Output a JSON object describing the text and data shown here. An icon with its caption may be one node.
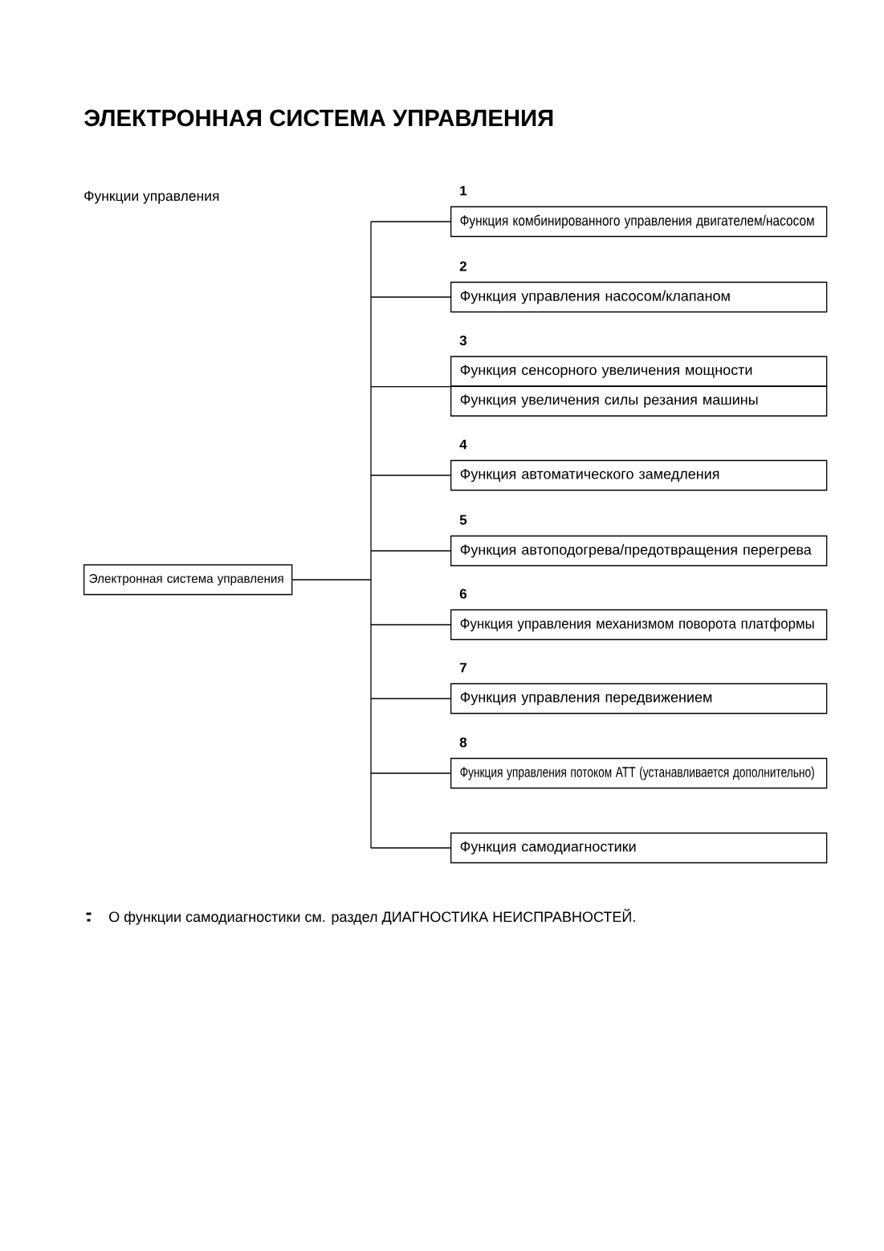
{
  "diagram": {
    "title": "ЭЛЕКТРОННАЯ СИСТЕМА УПРАВЛЕНИЯ",
    "nodes": [
      {
        "text": [
          "Электронная система управления"
        ]
      },
      {
        "text": [
          "Функция комбинированного управления двигателем/насосом"
        ],
        "beside": [
          "1"
        ]
      },
      {
        "text": [
          "Функция управления насосом/клапаном"
        ],
        "beside": [
          "2"
        ]
      },
      {
        "text": [
          "Функция сенсорного увеличения мощности"
        ],
        "beside": [
          "3"
        ]
      },
      {
        "text": [
          "Функция увеличения силы резания машины"
        ]
      },
      {
        "text": [
          "Функция автоматического замедления"
        ],
        "beside": [
          "4"
        ]
      },
      {
        "text": [
          "Функция автоподогрева/предотвращения перегрева"
        ],
        "beside": [
          "5"
        ]
      },
      {
        "text": [
          "Функция управления механизмом поворота платформы"
        ],
        "beside": [
          "6"
        ]
      },
      {
        "text": [
          "Функция управления передвижением"
        ],
        "beside": [
          "7"
        ]
      },
      {
        "text": [
          "Функция управления потоком ATT (устанавливается дополнительно)"
        ],
        "beside": [
          "8"
        ]
      },
      {
        "text": [
          "Функция самодиагностики"
        ]
      }
    ],
    "edges": [
      {
        "from": 0,
        "to": 1,
        "arrow": "none"
      },
      {
        "from": 0,
        "to": 2,
        "arrow": "none"
      },
      {
        "from": 0,
        "to": 3,
        "arrow": "none"
      },
      {
        "from": 0,
        "to": 4,
        "arrow": "none"
      },
      {
        "from": 0,
        "to": 5,
        "arrow": "none"
      },
      {
        "from": 0,
        "to": 6,
        "arrow": "none"
      },
      {
        "from": 0,
        "to": 7,
        "arrow": "none"
      },
      {
        "from": 0,
        "to": 8,
        "arrow": "none"
      },
      {
        "from": 0,
        "to": 9,
        "arrow": "none"
      },
      {
        "from": 0,
        "to": 10,
        "arrow": "none"
      }
    ],
    "labels": [
      "Функции управления",
      "О функции самодиагностики см. раздел ДИАГНОСТИКА НЕИСПРАВНОСТЕЙ."
    ]
  }
}
